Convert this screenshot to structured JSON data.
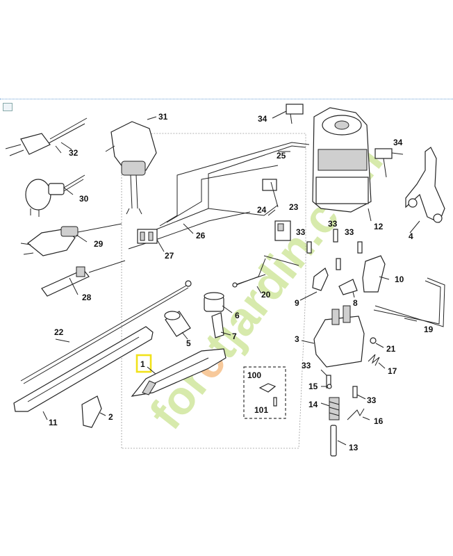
{
  "watermark": {
    "prefix": "for",
    "accent": "e",
    "suffix": "tjardin.com",
    "color_main": "#b8d96a",
    "color_accent": "#f2a65a"
  },
  "highlight_color": "#f1e21a",
  "callouts": {
    "p1": "1",
    "p2": "2",
    "p3": "3",
    "p4": "4",
    "p5": "5",
    "p6": "6",
    "p7": "7",
    "p8": "8",
    "p9": "9",
    "p10": "10",
    "p11": "11",
    "p12": "12",
    "p13": "13",
    "p14": "14",
    "p15": "15",
    "p16": "16",
    "p17": "17",
    "p19": "19",
    "p20": "20",
    "p21": "21",
    "p22": "22",
    "p23": "23",
    "p24": "24",
    "p25": "25",
    "p26": "26",
    "p27": "27",
    "p28": "28",
    "p29": "29",
    "p30": "30",
    "p31": "31",
    "p32": "32",
    "p33a": "33",
    "p33b": "33",
    "p33c": "33",
    "p33d": "33",
    "p33e": "33",
    "p34a": "34",
    "p34b": "34",
    "p100": "100",
    "p101": "101"
  }
}
